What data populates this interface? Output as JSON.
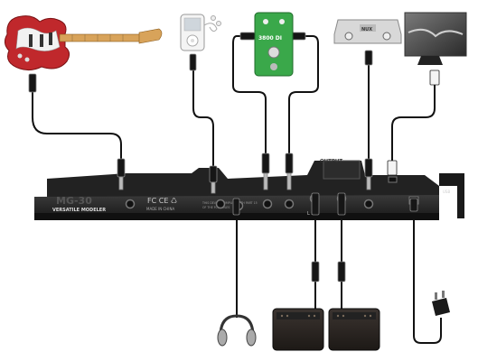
{
  "unit": {
    "model_label": "VERSATILE MODELER",
    "logo_text": "MG-30",
    "cert_marks": "FC CE ♺",
    "made_in": "MADE IN CHINA",
    "small_print_1": "THIS DEVICE COMPLIES WITH PART 15",
    "small_print_2": "OF THE FCC RULES",
    "output_label": "OUTPUT",
    "lr_label": "L   R",
    "usb_label": "USB"
  },
  "devices": {
    "pedal_label": "3800 DI",
    "pedal_box_label": "NUX"
  },
  "colors": {
    "cable": "#111111",
    "unit_body": "#2a2a2a",
    "pedal_green": "#3aa84a",
    "guitar_red": "#c0282c"
  },
  "icons": {
    "guitar": "electric-guitar-icon",
    "mp3": "mp3-player-icon",
    "pedal": "effect-pedal-icon",
    "footswitch": "footswitch-icon",
    "monitor": "computer-monitor-icon",
    "headphones": "headphones-icon",
    "amp": "amplifier-icon",
    "adapter": "power-adapter-icon"
  }
}
